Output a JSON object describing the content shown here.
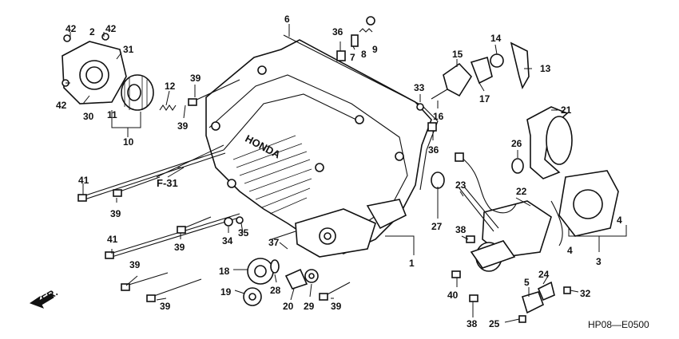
{
  "diagram_code": "HP08—E0500",
  "labels": {
    "l42a": "42",
    "l2": "2",
    "l42b": "42",
    "l31": "31",
    "l42c": "42",
    "l30": "30",
    "l11": "11",
    "l12": "12",
    "l39a": "39",
    "l39b": "39",
    "l10": "10",
    "l6": "6",
    "l36a": "36",
    "l7": "7",
    "l8": "8",
    "l9": "9",
    "l14": "14",
    "l13": "13",
    "l15": "15",
    "l17": "17",
    "l33": "33",
    "l16": "16",
    "l36b": "36",
    "l21": "21",
    "l26": "26",
    "l41a": "41",
    "l39c": "39",
    "l22": "22",
    "l23": "23",
    "l4a": "4",
    "l4b": "4",
    "l3": "3",
    "l27": "27",
    "l38a": "38",
    "l34": "34",
    "l35": "35",
    "l41b": "41",
    "l39d": "39",
    "l37": "37",
    "l1": "1",
    "l39e": "39",
    "l18": "18",
    "l28": "28",
    "l19": "19",
    "l20": "20",
    "l29": "29",
    "l39f": "39",
    "l39g": "39",
    "l40": "40",
    "l5": "5",
    "l24": "24",
    "l32": "32",
    "l38b": "38",
    "l25": "25"
  },
  "directions": {
    "ref": "F-31",
    "front": "FR."
  },
  "cover_logo": "HONDA"
}
